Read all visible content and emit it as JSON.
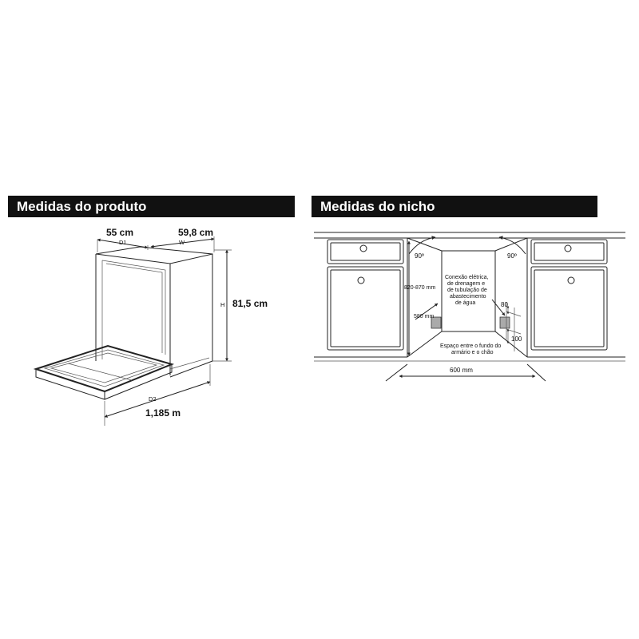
{
  "product": {
    "title": "Medidas do produto",
    "depth_value": "55 cm",
    "depth_label": "D1",
    "width_value": "59,8 cm",
    "width_label": "W",
    "height_value": "81,5 cm",
    "height_label": "H",
    "open_depth_value": "1,185 m",
    "open_depth_label": "D2"
  },
  "niche": {
    "title": "Medidas do nicho",
    "angle_left": "90º",
    "angle_right": "90º",
    "height_range": "820-870 mm",
    "depth": "580 mm",
    "connection_note": [
      "Conexão elétrica,",
      "de drenagem e",
      "de tubulação de",
      "abastecimento",
      "de água"
    ],
    "gap_top": "80",
    "gap_bottom": "100",
    "gap_note": [
      "Espaço entre o fundo do",
      "armário e o chão"
    ],
    "width": "600 mm"
  }
}
